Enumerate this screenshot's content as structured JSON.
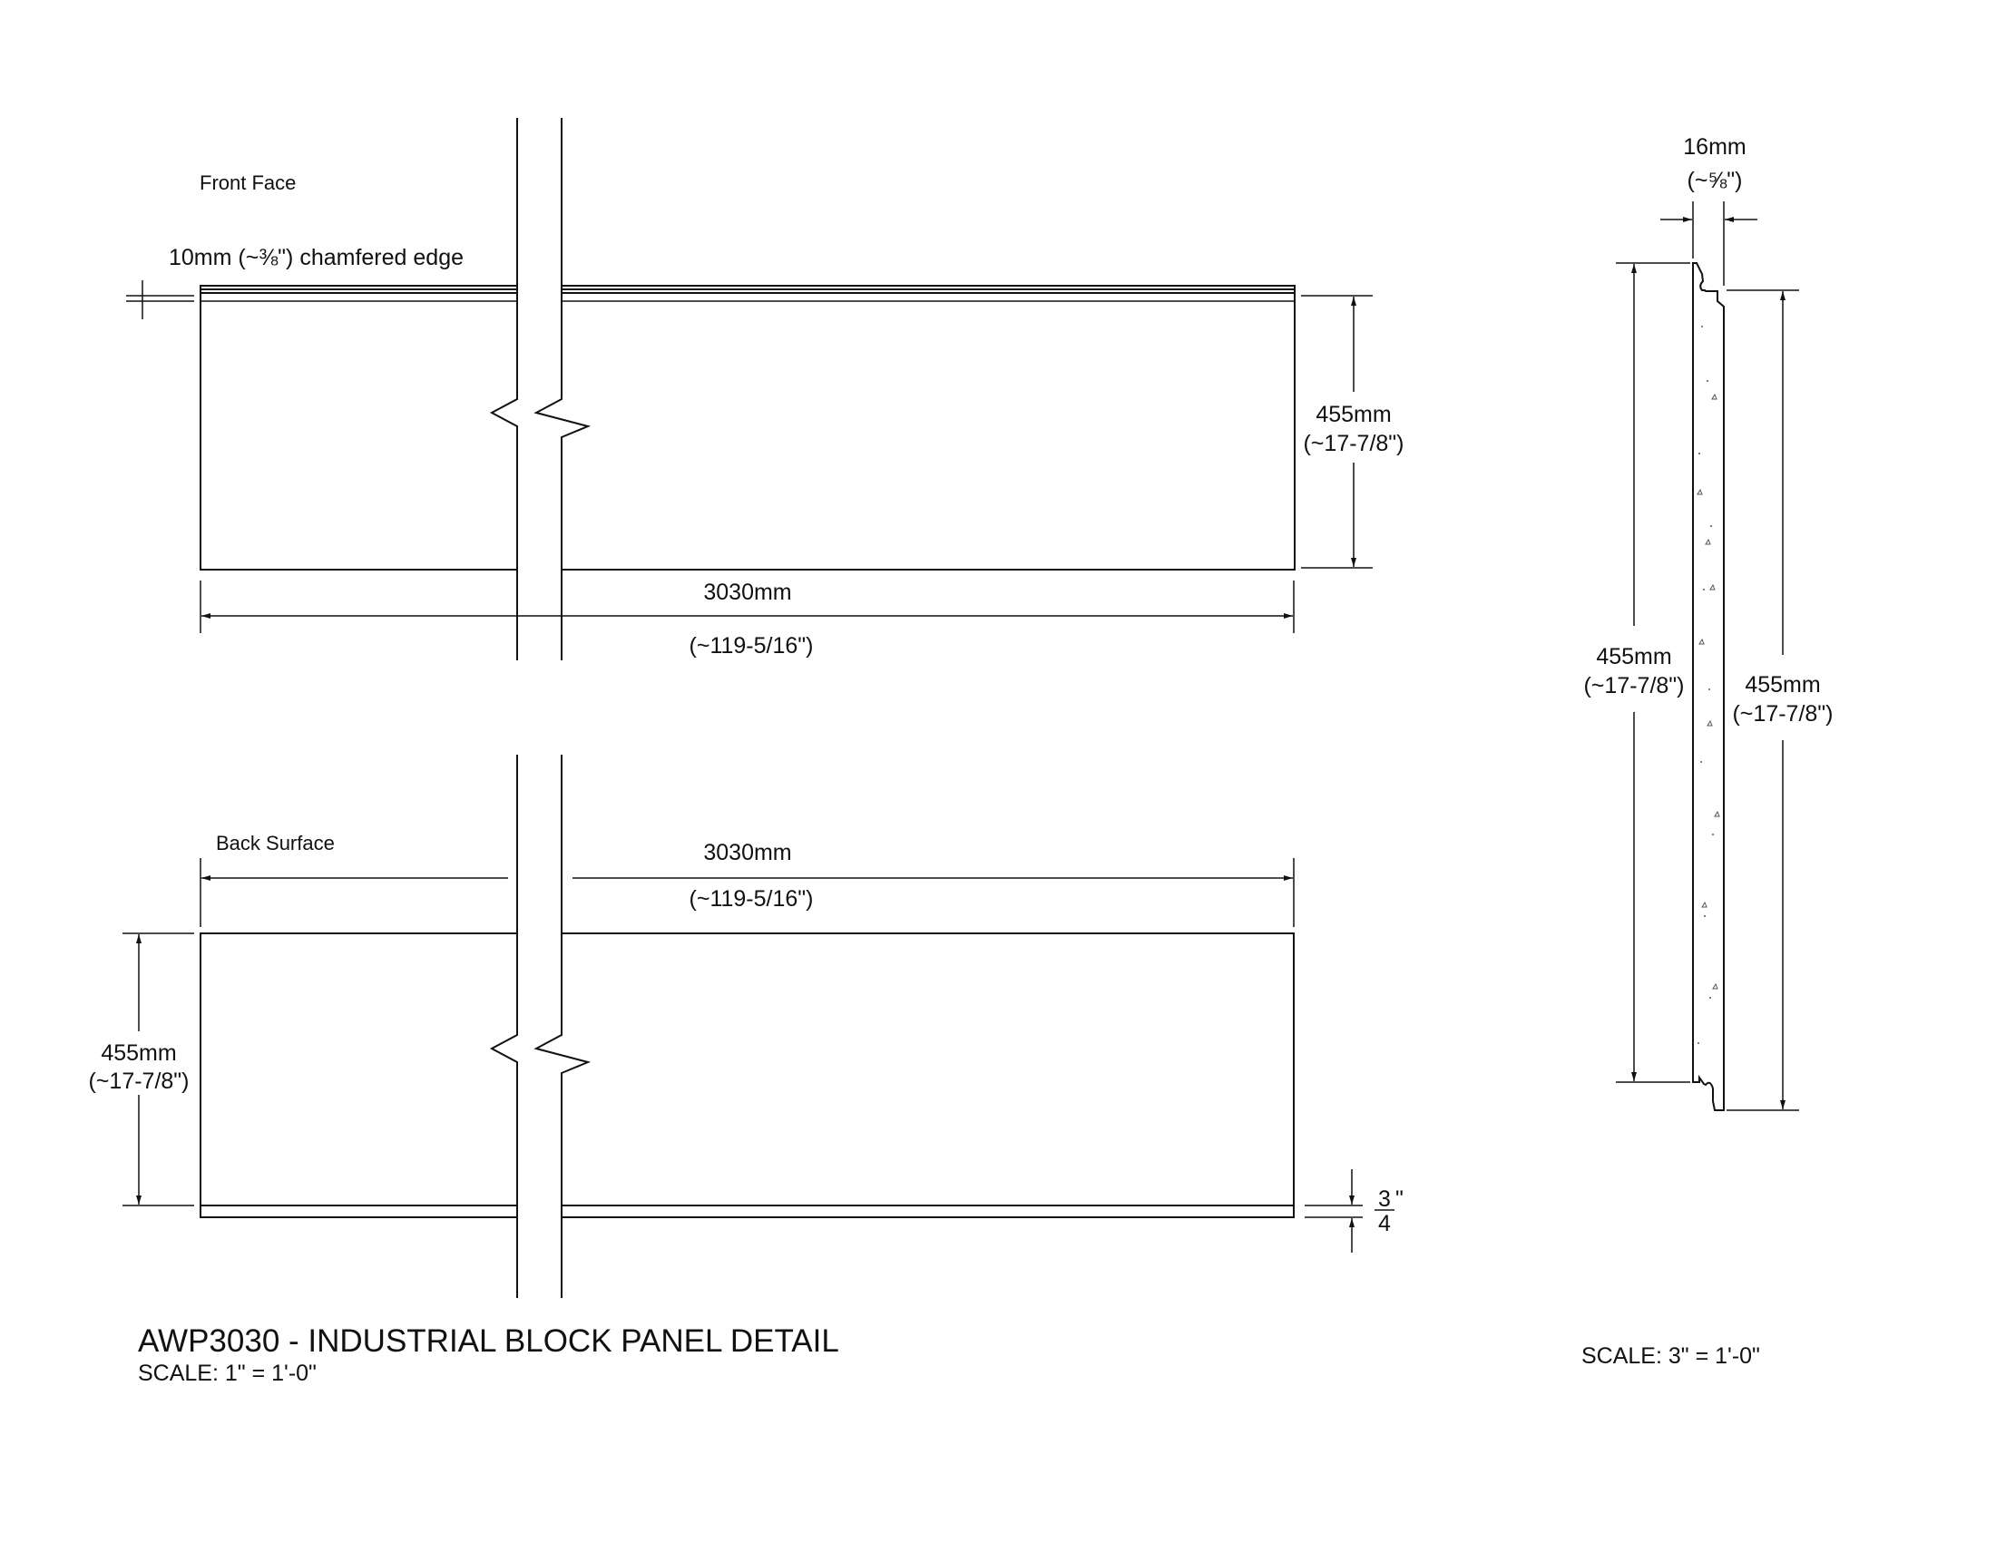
{
  "front": {
    "label": "Front Face",
    "chamfer_note": "10mm (~⅜\") chamfered edge",
    "height_mm": "455mm",
    "height_in": "(~17-7/8\")",
    "width_mm": "3030mm",
    "width_in": "(~119-5/16\")"
  },
  "back": {
    "label": "Back Surface",
    "width_mm": "3030mm",
    "width_in": "(~119-5/16\")",
    "height_mm": "455mm",
    "height_in": "(~17-7/8\")",
    "strip_num": "3",
    "strip_den": "4",
    "strip_unit": "\""
  },
  "section": {
    "thickness_mm": "16mm",
    "thickness_in": "(~⅝\")",
    "left_height_mm": "455mm",
    "left_height_in": "(~17-7/8\")",
    "right_height_mm": "455mm",
    "right_height_in": "(~17-7/8\")",
    "scale": "SCALE:  3\" = 1'-0\""
  },
  "title": "AWP3030 - INDUSTRIAL BLOCK PANEL DETAIL",
  "scale": "SCALE:  1\" = 1'-0\""
}
